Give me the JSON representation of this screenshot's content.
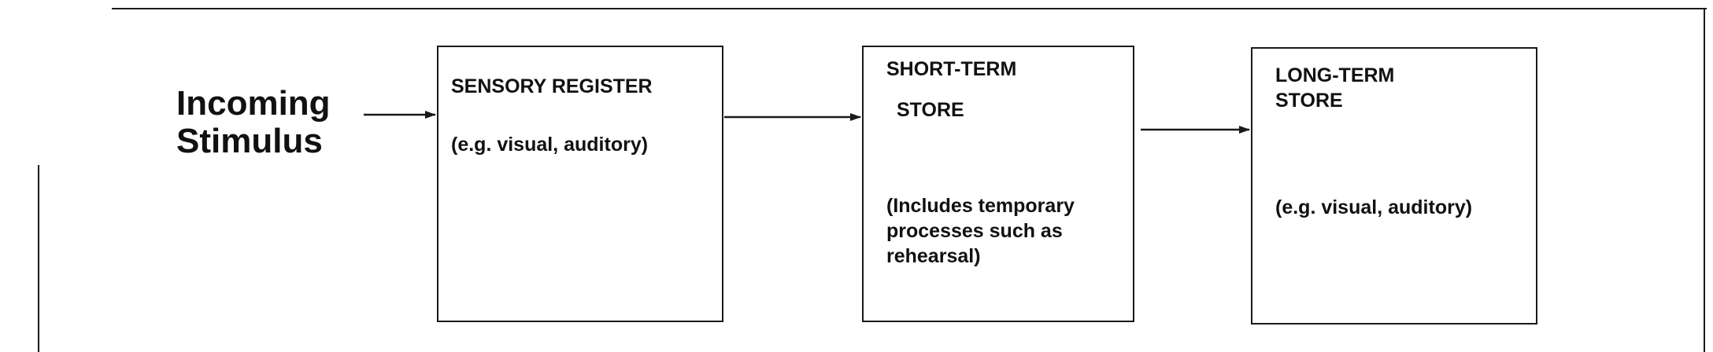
{
  "diagram": {
    "incoming_label": "Incoming\nStimulus",
    "boxes": {
      "sensory": {
        "title": "SENSORY REGISTER",
        "description": "(e.g. visual, auditory)"
      },
      "short_term": {
        "title_line_1": "SHORT-TERM",
        "title_line_2": "STORE",
        "description": "(Includes  temporary\nprocesses such as\nrehearsal)"
      },
      "long_term": {
        "title": "LONG-TERM\nSTORE",
        "description": "(e.g. visual, auditory)"
      }
    },
    "colors": {
      "ink": "#1a1a1a",
      "background": "#ffffff"
    }
  }
}
